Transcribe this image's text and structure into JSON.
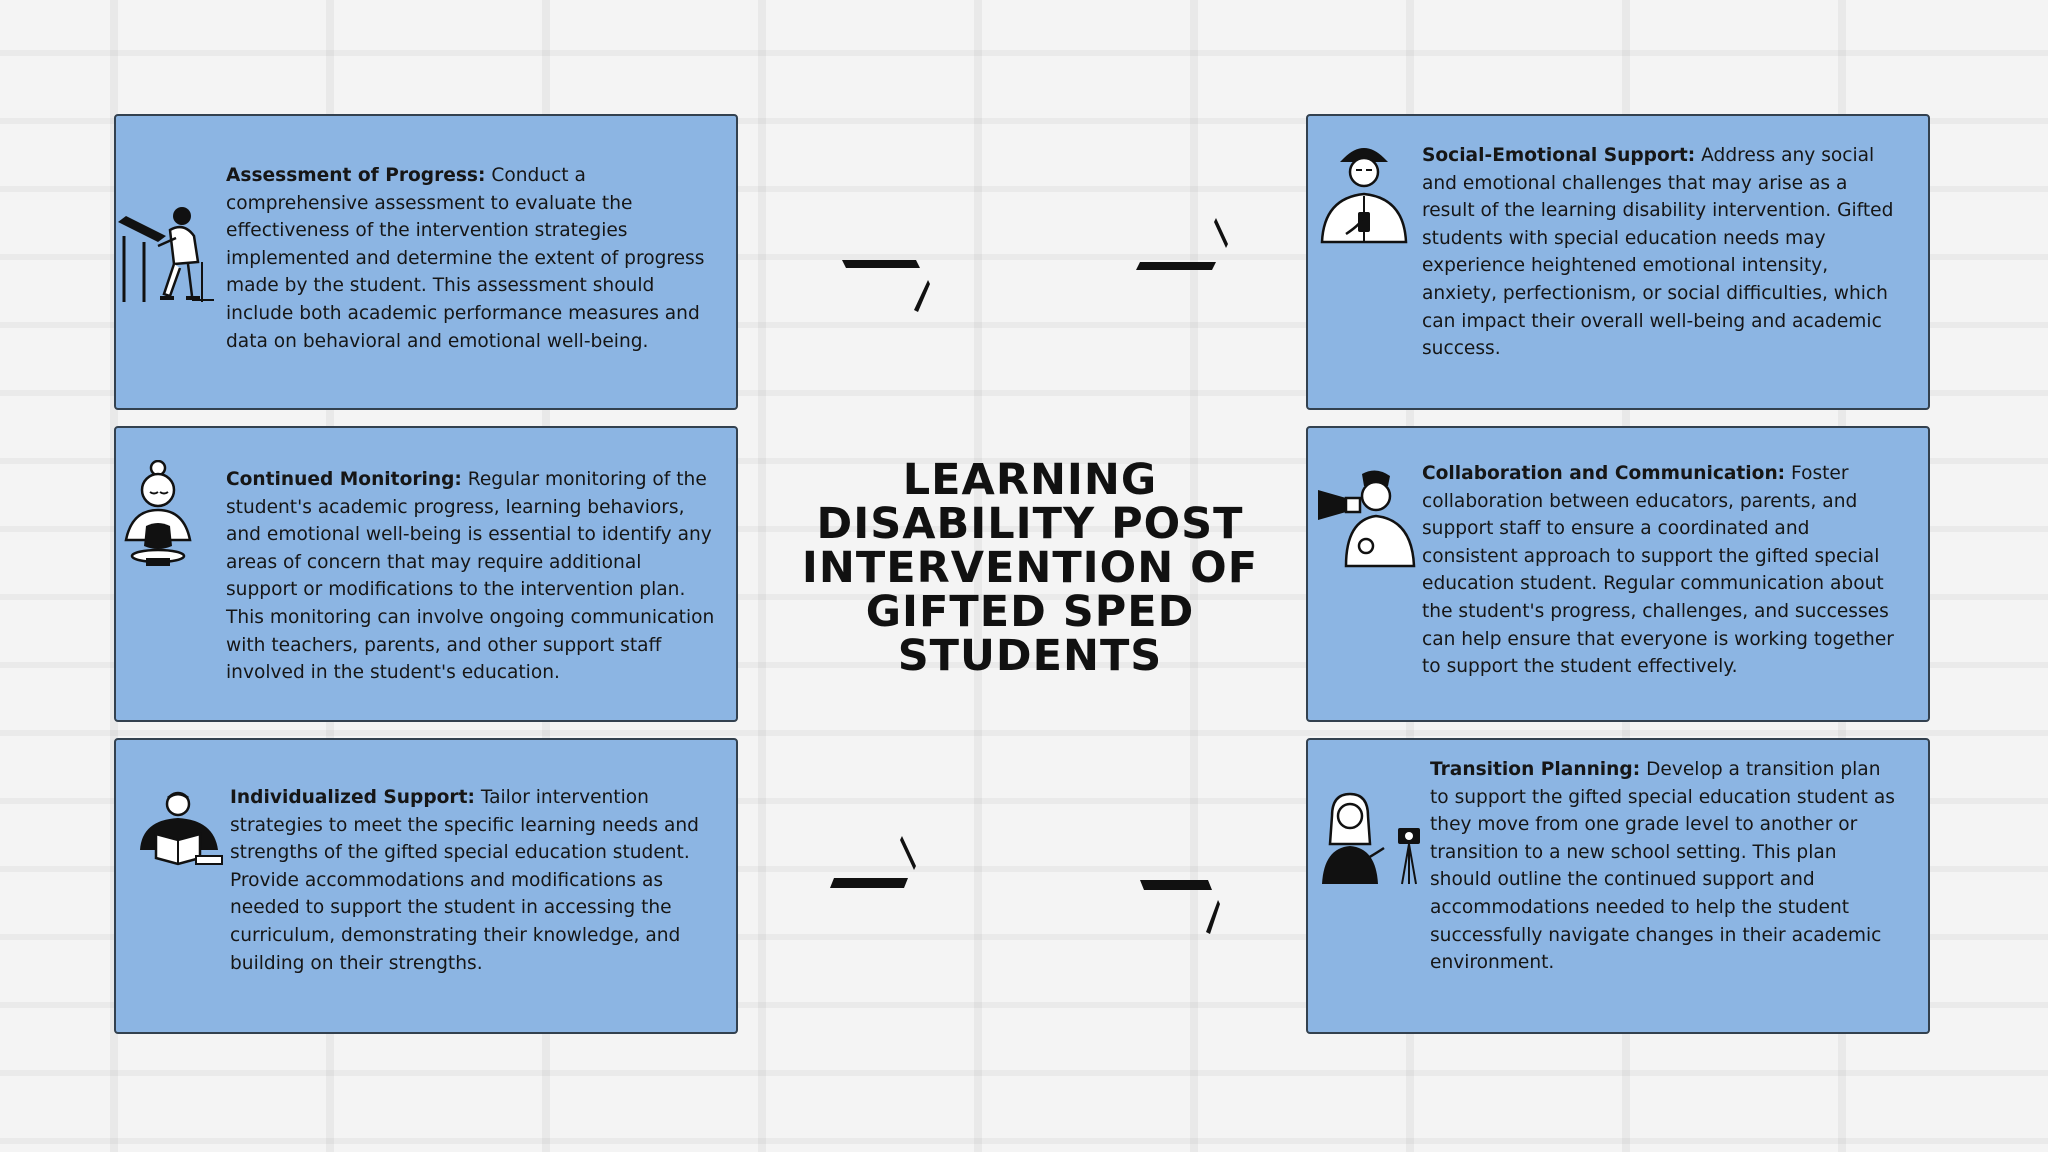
{
  "title": {
    "lines": [
      "LEARNING",
      "DISABILITY POST",
      "INTERVENTION OF",
      "GIFTED SPED",
      "STUDENTS"
    ]
  },
  "cards": [
    {
      "heading": "Assessment of Progress:",
      "text": " Conduct a comprehensive assessment to evaluate the effectiveness of the intervention strategies implemented and determine the extent of progress made by the student. This assessment should include both academic performance measures and data on behavioral and emotional well-being.",
      "icon": "person-at-drafting-desk-icon"
    },
    {
      "heading": "Continued Monitoring:",
      "text": " Regular monitoring of the student's academic progress, learning behaviors, and emotional well-being is essential to identify any areas of concern that may require additional support or modifications to the intervention plan. This monitoring can involve ongoing communication with teachers, parents, and other support staff involved in the student's education.",
      "icon": "person-with-pottery-icon"
    },
    {
      "heading": "Individualized Support:",
      "text": " Tailor intervention strategies to meet the specific learning needs and strengths of the gifted special education student. Provide accommodations and modifications as needed to support the student in accessing the curriculum, demonstrating their knowledge, and building on their strengths.",
      "icon": "person-reading-book-icon"
    },
    {
      "heading": "Social-Emotional Support:",
      "text": " Address any social and emotional challenges that may arise as a result of the learning disability intervention. Gifted students with special education needs may experience heightened emotional intensity, anxiety, perfectionism, or social difficulties, which can impact their overall well-being and academic success.",
      "icon": "person-with-hat-and-phone-icon"
    },
    {
      "heading": "Collaboration and Communication:",
      "text": " Foster collaboration between educators, parents, and support staff to ensure a coordinated and consistent approach to support the gifted special education student. Regular communication about the student's progress, challenges, and successes can help ensure that everyone is working together to support the student effectively.",
      "icon": "person-with-megaphone-icon"
    },
    {
      "heading": "Transition Planning:",
      "text": " Develop a transition plan to support the gifted special education student as they move from one grade level to another or transition to a new school setting. This plan should outline the continued support and accommodations needed to help the student successfully navigate changes in their academic environment.",
      "icon": "person-with-camera-icon"
    }
  ],
  "colors": {
    "card_fill": "#8cb5e3",
    "card_border": "#33414f",
    "text": "#161616",
    "background": "#f4f4f4"
  }
}
